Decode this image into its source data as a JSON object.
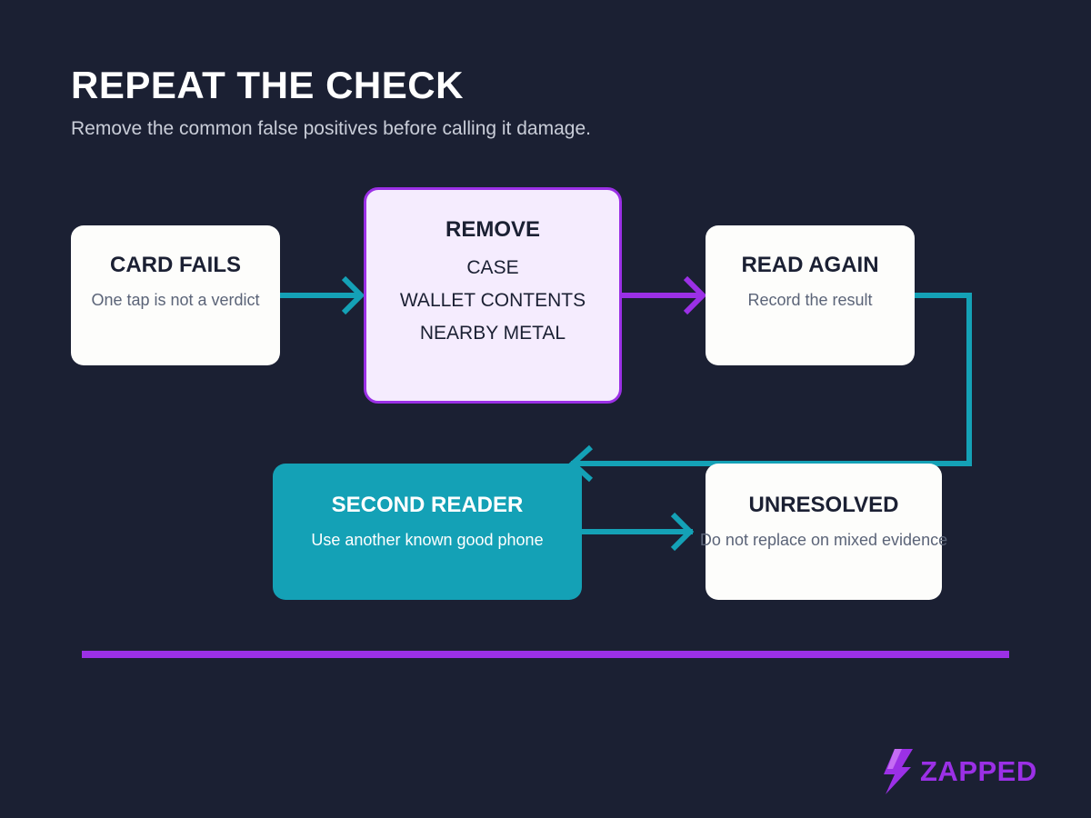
{
  "header": {
    "title": "REPEAT THE CHECK",
    "subtitle": "Remove the common false positives before calling it damage."
  },
  "steps": {
    "card_fails": {
      "title": "CARD FAILS",
      "body": "One tap is not a verdict"
    },
    "remove": {
      "title": "REMOVE",
      "items": [
        "CASE",
        "WALLET CONTENTS",
        "NEARBY METAL"
      ]
    },
    "read_again": {
      "title": "READ AGAIN",
      "body": "Record the result"
    },
    "second_reader": {
      "title": "SECOND READER",
      "body": "Use another known good phone"
    },
    "unresolved": {
      "title": "UNRESOLVED",
      "body": "Do not replace on mixed evidence"
    }
  },
  "colors": {
    "background": "#1b2033",
    "purple": "#9b30e6",
    "teal": "#14a1b6",
    "card": "#fdfdfb",
    "remove_fill": "#f5ecfe"
  },
  "brand": {
    "name": "ZAPPED",
    "icon": "lightning-bolt-icon"
  }
}
